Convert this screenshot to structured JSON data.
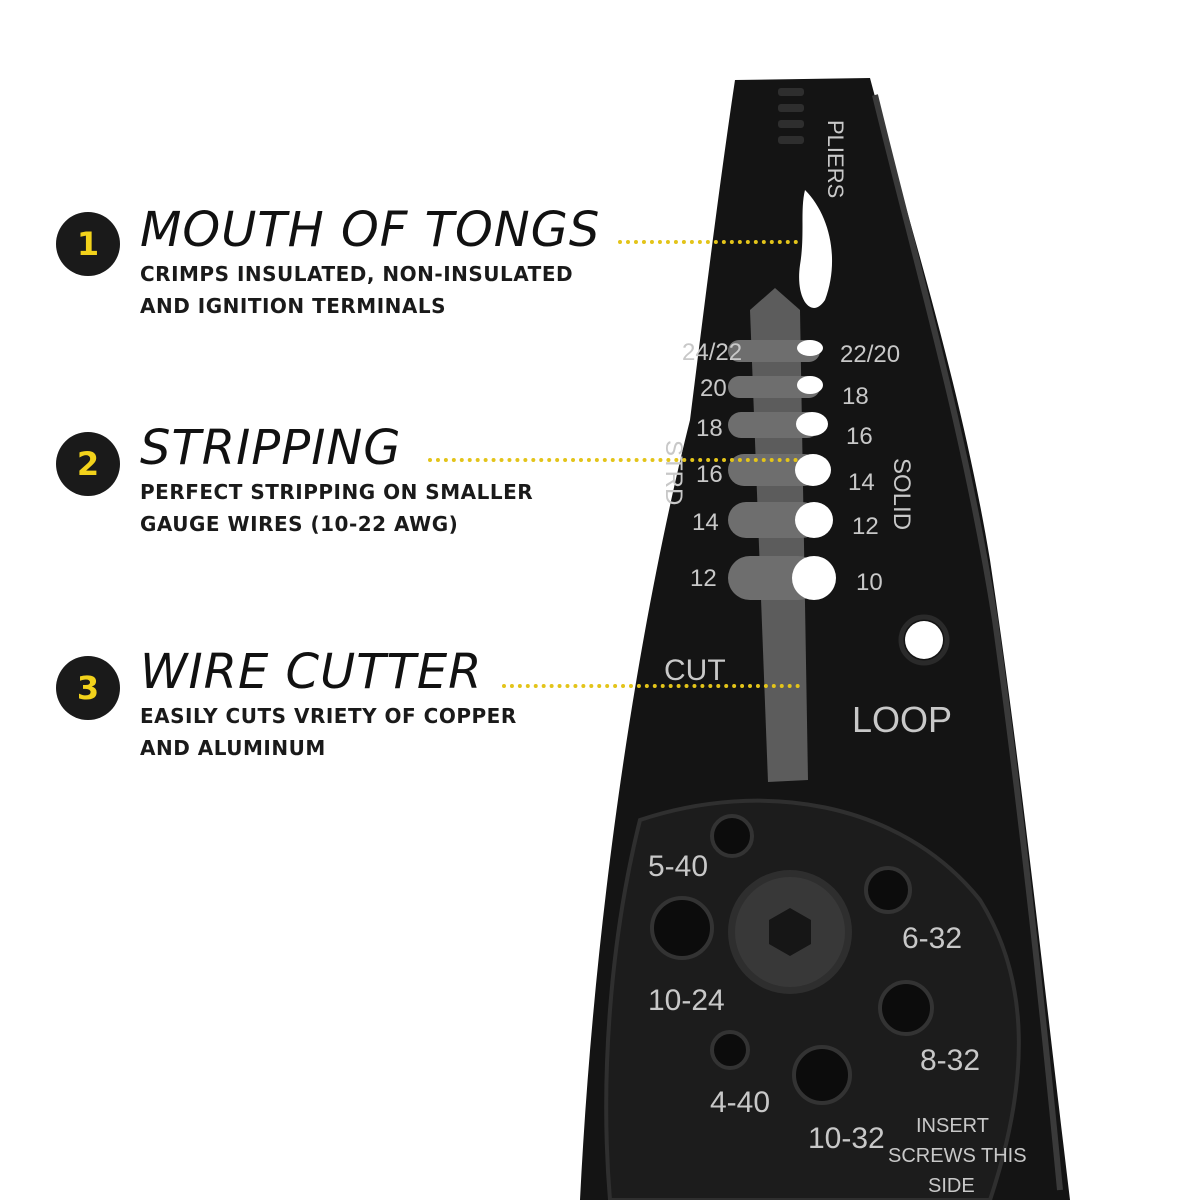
{
  "colors": {
    "accent": "#f2d21b",
    "badge_bg": "#1a1a1a",
    "tool_body": "#141414",
    "etched_text": "#c8c8c8"
  },
  "callouts": [
    {
      "number": "1",
      "title": "MOUTH OF TONGS",
      "lines": [
        "CRIMPS INSULATED, NON-INSULATED",
        "AND IGNITION TERMINALS"
      ]
    },
    {
      "number": "2",
      "title": "STRIPPING",
      "lines": [
        "PERFECT STRIPPING ON SMALLER",
        "GAUGE WIRES (10-22 AWG)"
      ]
    },
    {
      "number": "3",
      "title": "WIRE CUTTER",
      "lines": [
        "EASILY CUTS VRIETY OF COPPER",
        "AND ALUMINUM"
      ]
    }
  ],
  "tool_markings": {
    "pliers": "PLIERS",
    "stranded_label": "STRD",
    "solid_label": "SOLID",
    "stranded_gauges": [
      "24/22",
      "20",
      "18",
      "16",
      "14",
      "12"
    ],
    "solid_gauges": [
      "22/20",
      "18",
      "16",
      "14",
      "12",
      "10"
    ],
    "cut": "CUT",
    "loop": "LOOP",
    "screw_sizes": [
      "5-40",
      "6-32",
      "10-24",
      "8-32",
      "4-40",
      "10-32"
    ],
    "insert_note": [
      "INSERT",
      "SCREWS THIS",
      "SIDE"
    ]
  }
}
